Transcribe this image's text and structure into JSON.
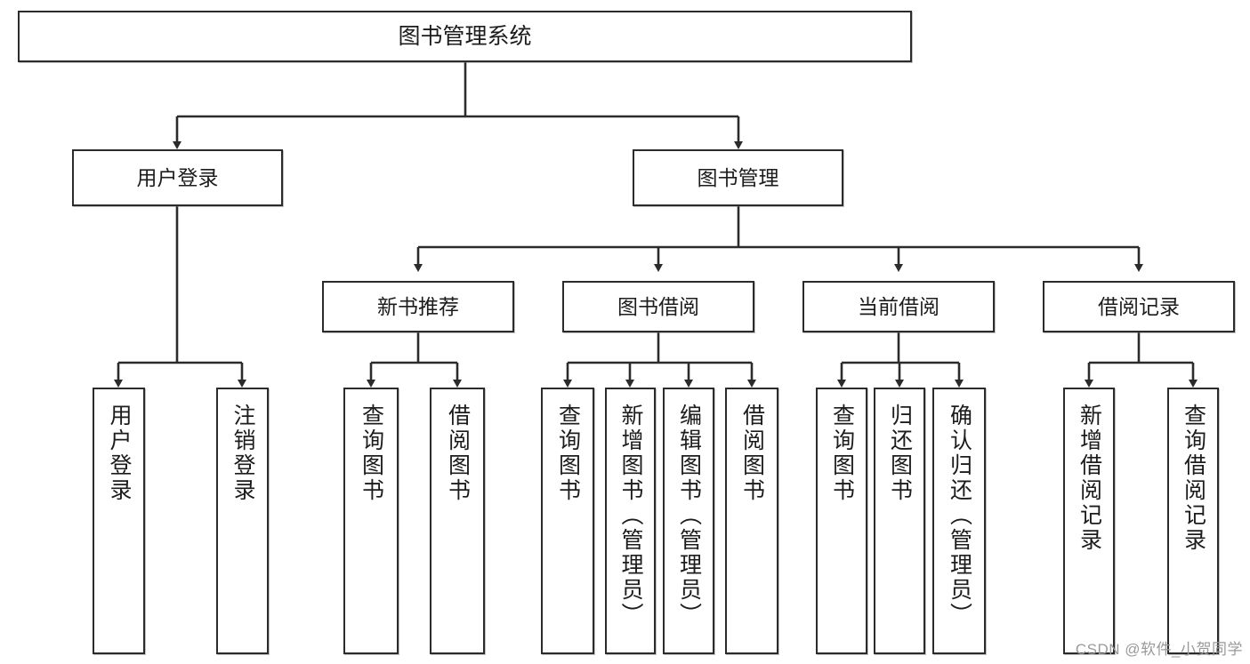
{
  "diagram": {
    "type": "tree-hierarchy",
    "title": "图书管理系统",
    "watermark": "CSDN @软件_小贺同学",
    "colors": {
      "box_border": "#2b2b2b",
      "box_fill": "#ffffff",
      "edge": "#2b2b2b",
      "text": "#1c1c1c",
      "watermark": "#9a9a9a"
    },
    "nodes": {
      "root": {
        "label": "图书管理系统"
      },
      "level2": [
        {
          "label": "用户登录"
        },
        {
          "label": "图书管理"
        }
      ],
      "level3": [
        {
          "label": "新书推荐"
        },
        {
          "label": "图书借阅"
        },
        {
          "label": "当前借阅"
        },
        {
          "label": "借阅记录"
        }
      ],
      "leaves": {
        "user_login": [
          {
            "label": "用户登录"
          },
          {
            "label": "注销登录"
          }
        ],
        "new_book_recommend": [
          {
            "label": "查询图书"
          },
          {
            "label": "借阅图书"
          }
        ],
        "book_borrow": [
          {
            "label": "查询图书"
          },
          {
            "label": "新增图书（管理员）"
          },
          {
            "label": "编辑图书（管理员）"
          },
          {
            "label": "借阅图书"
          }
        ],
        "current_borrow": [
          {
            "label": "查询图书"
          },
          {
            "label": "归还图书"
          },
          {
            "label": "确认归还（管理员）"
          }
        ],
        "borrow_record": [
          {
            "label": "新增借阅记录"
          },
          {
            "label": "查询借阅记录"
          }
        ]
      }
    }
  }
}
